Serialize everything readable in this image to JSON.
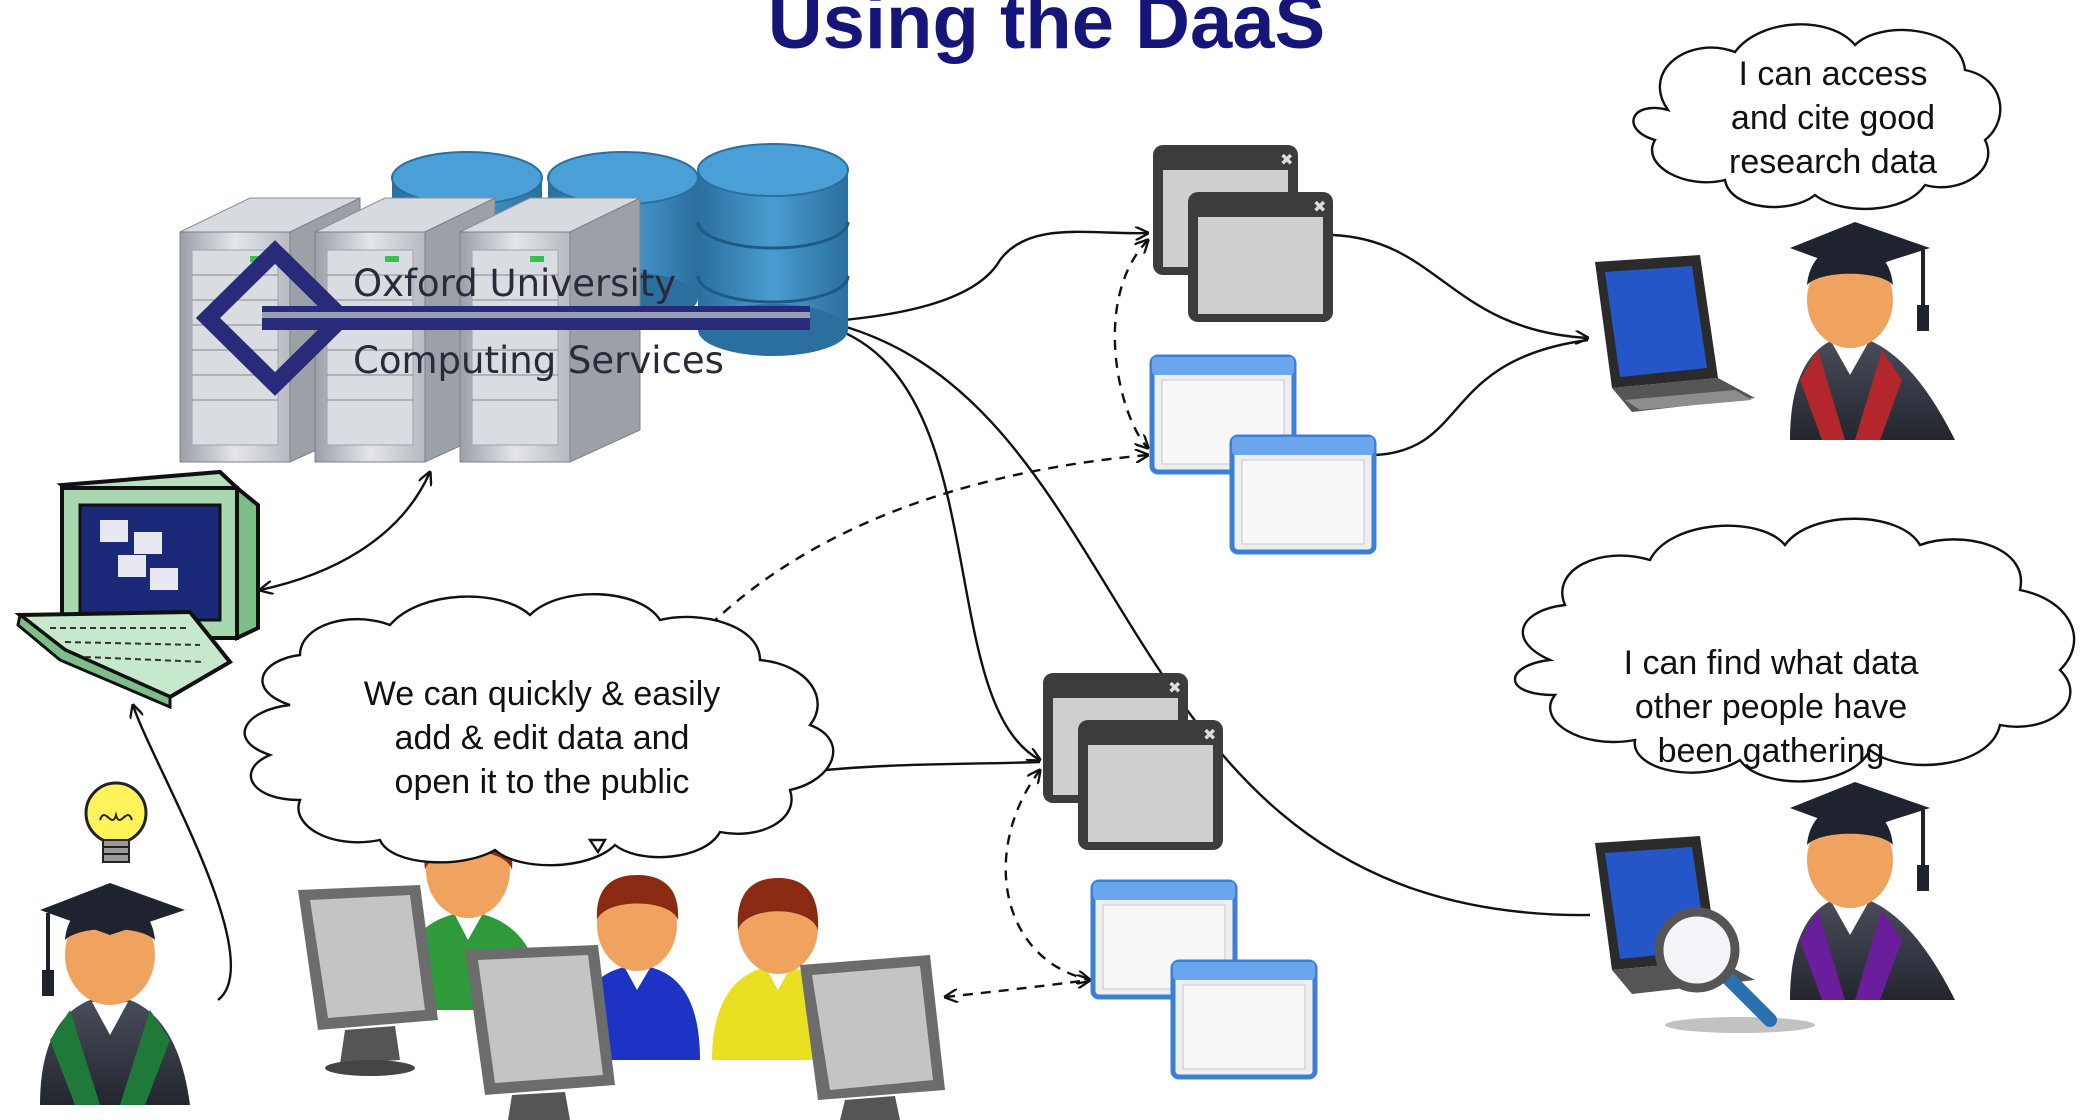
{
  "title": "Using the DaaS",
  "logo": {
    "line1": "Oxford University",
    "line2": "Computing Services"
  },
  "clouds": {
    "top_right": [
      "I can access",
      "and cite good",
      "research data"
    ],
    "middle_right": [
      "I can find what data",
      "other people have",
      "been gathering"
    ],
    "bottom_left": [
      "We can quickly & easily",
      "add & edit data and",
      "open it to the public"
    ]
  },
  "colors": {
    "title": "#16157a",
    "database": "#2f7fb0",
    "logo": "#2a2a7a",
    "monitor_screen": "#1b2a78",
    "window_gray": "#3c3c3c",
    "window_blue": "#3b7fd6"
  },
  "icons": [
    "server-rack-icon",
    "database-icon",
    "computer-icon",
    "window-icon",
    "laptop-icon",
    "graduate-icon",
    "lightbulb-icon",
    "magnifier-icon",
    "user-icon",
    "monitor-icon"
  ]
}
